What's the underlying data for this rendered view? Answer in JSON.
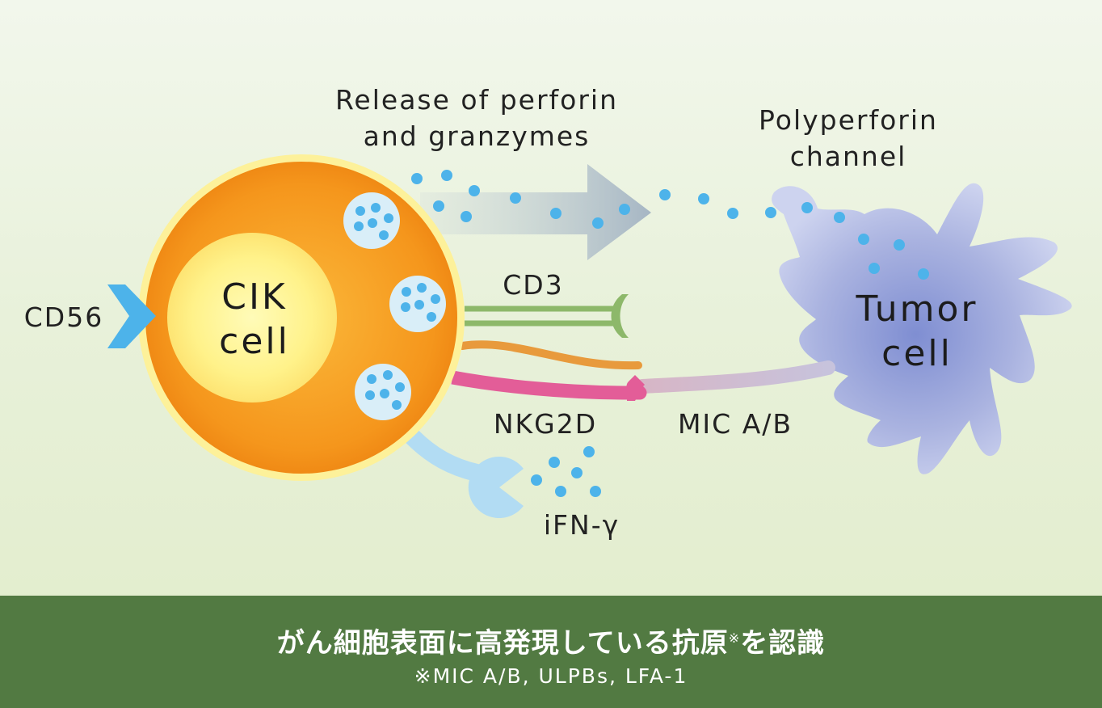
{
  "labels": {
    "release": "Release of perforin\nand granzymes",
    "polyperforin": "Polyperforin\nchannel",
    "cd56": "CD56",
    "cik_cell": "CIK\ncell",
    "cd3": "CD3",
    "tumor_cell": "Tumor\ncell",
    "nkg2d": "NKG2D",
    "mic_ab": "MIC A/B",
    "ifn": "iFN-γ"
  },
  "footer": {
    "main": "がん細胞表面に高発現している抗原",
    "main_mark": "※",
    "main_end": "を認識",
    "note": "※MIC A/B, ULPBs, LFA-1"
  },
  "colors": {
    "cik_outer": "#f59a1c",
    "cik_inner": "#fff59a",
    "tumor": "#9fa8d8",
    "dot": "#4db3ea",
    "cd3_line": "#8db86a",
    "nkg2d_line": "#e35d98",
    "orange_line": "#e89a3c",
    "mic_line": "#d9b6c6",
    "ifn_receptor": "#b2dcf3",
    "footer_bg": "#527a42"
  }
}
